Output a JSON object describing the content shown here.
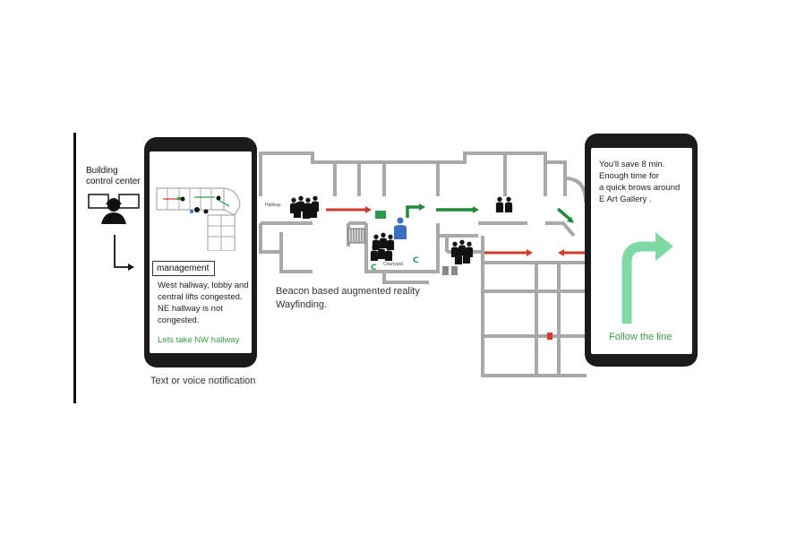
{
  "control_center": {
    "label_line1": "Building",
    "label_line2": "control center"
  },
  "left_phone": {
    "management_label": "management",
    "message_lines": [
      "West hallway, lobby and",
      "central lifts congested.",
      "NE hallway is not",
      "congested."
    ],
    "suggestion": "Lets take NW hallway"
  },
  "captions": {
    "notification": "Text or voice notification",
    "beacon_line1": "Beacon based augmented reality",
    "beacon_line2": "Wayfinding."
  },
  "map_labels": {
    "hallway": "Hallway",
    "courtyard": "Courtyard"
  },
  "right_phone": {
    "message_lines": [
      "You'll save 8 min.",
      "Enough time for",
      "a quick brows around",
      "E Art Gallery ."
    ],
    "instruction": "Follow the line"
  },
  "colors": {
    "accent_green": "#3a9a4a",
    "arrow_green": "#1f8a3a",
    "arrow_red": "#d23a2a",
    "route_green": "#7fd9a4",
    "wall_gray": "#a9a9a9"
  }
}
